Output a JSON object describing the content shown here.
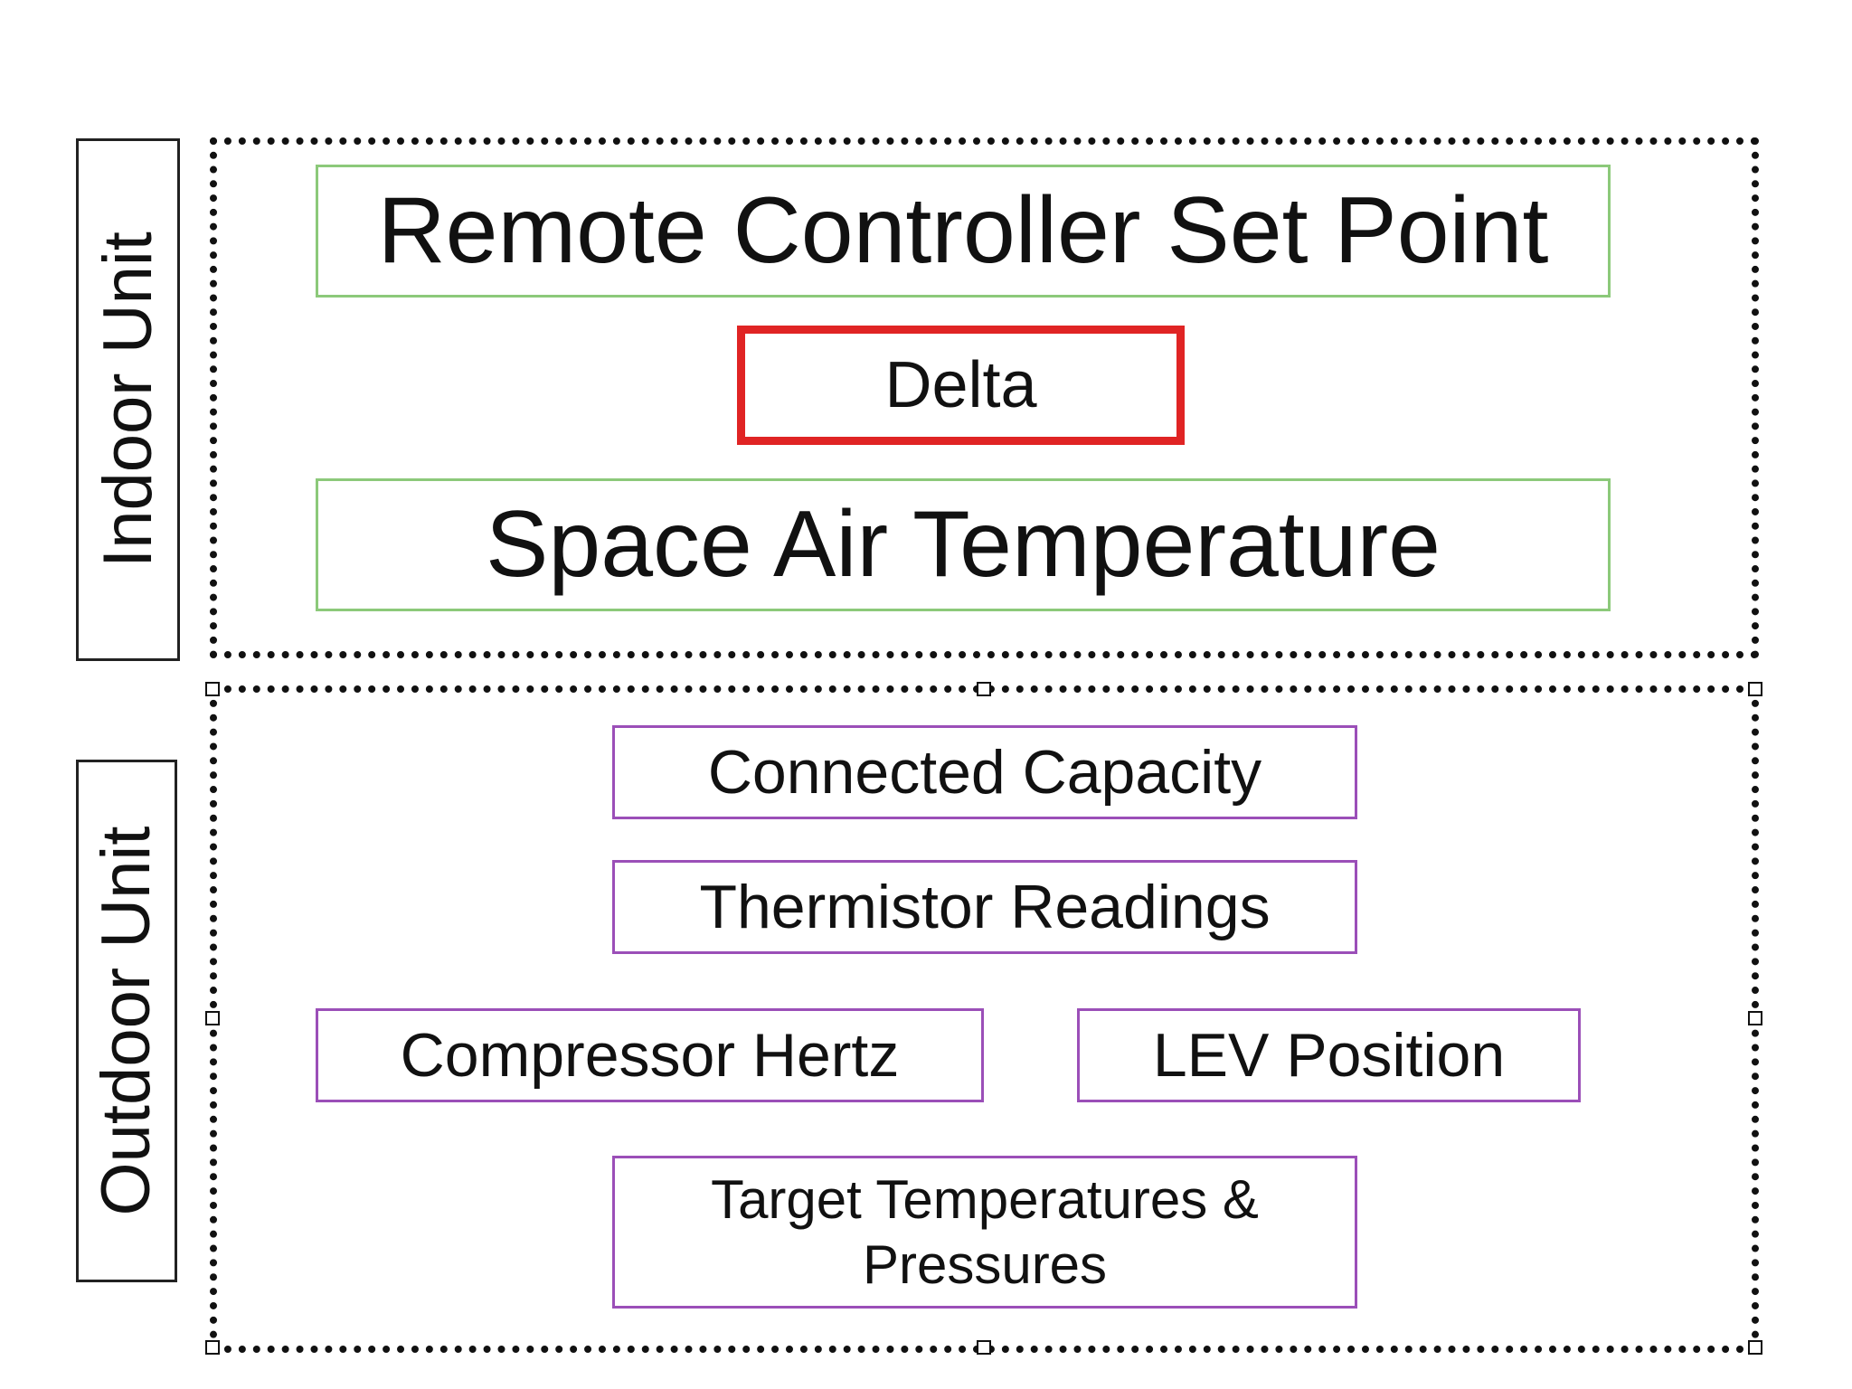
{
  "labels": {
    "indoor": "Indoor Unit",
    "outdoor": "Outdoor Unit"
  },
  "indoor_boxes": {
    "set_point": "Remote Controller Set Point",
    "delta": "Delta",
    "space_air": "Space Air Temperature"
  },
  "outdoor_boxes": {
    "connected_capacity": "Connected Capacity",
    "thermistor": "Thermistor Readings",
    "compressor": "Compressor Hertz",
    "lev": "LEV Position",
    "target_line1": "Target Temperatures &",
    "target_line2": "Pressures"
  },
  "colors": {
    "green_border": "#8cc97a",
    "purple_border": "#9b4fb8",
    "red_border": "#e02424",
    "dotted_border": "#111111"
  }
}
